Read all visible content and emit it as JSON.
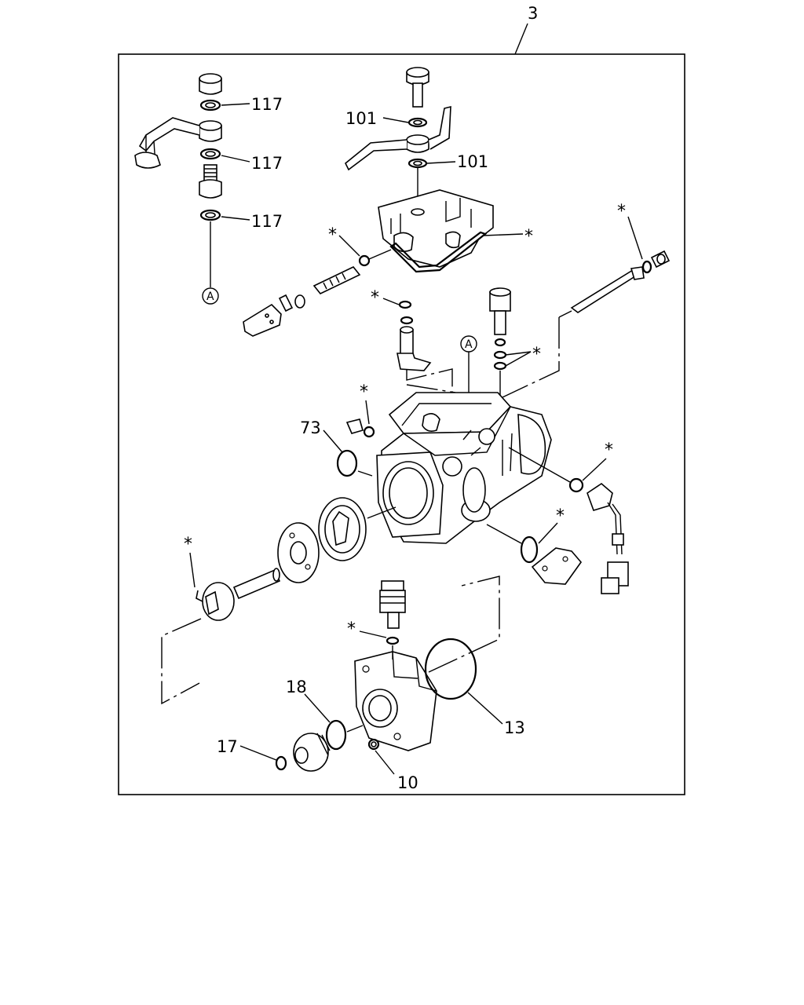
{
  "assembly_number": "3",
  "callouts": {
    "c117a": "117",
    "c117b": "117",
    "c117c": "117",
    "c101a": "101",
    "c101b": "101",
    "c73": "73",
    "c18": "18",
    "c17": "17",
    "c13": "13",
    "c10": "10"
  },
  "stars": {
    "s1": "*",
    "s2": "*",
    "s3": "*",
    "s4": "*",
    "s5": "*",
    "s6": "*",
    "s7": "*",
    "s8": "*",
    "s9": "*",
    "s10": "*"
  },
  "ref_markers": {
    "a_left": "A",
    "a_right": "A"
  }
}
